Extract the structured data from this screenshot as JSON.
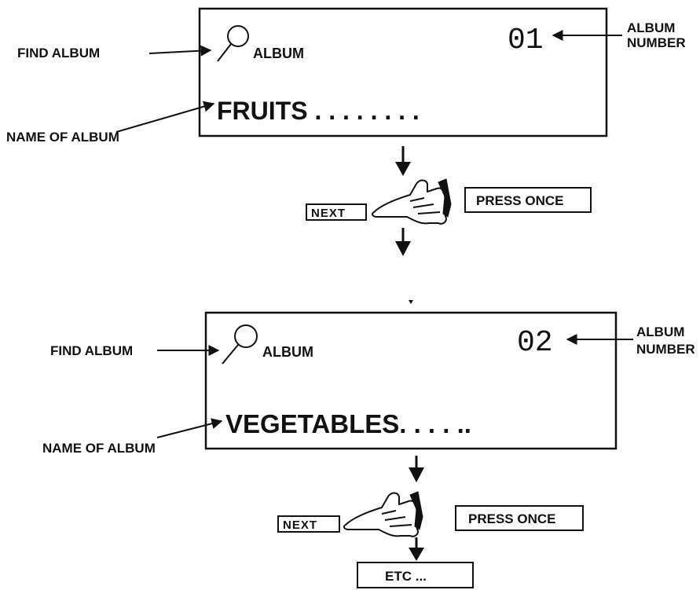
{
  "steps": [
    {
      "find_label": "FIND ALBUM",
      "album_word": "ALBUM",
      "album_number": "01",
      "album_number_label": [
        "ALBUM",
        "NUMBER"
      ],
      "album_name": "FRUITS . . . . . . . .",
      "name_label": "NAME OF ALBUM",
      "next_label": "NEXT",
      "press_label": "PRESS ONCE"
    },
    {
      "find_label": "FIND ALBUM",
      "album_word": "ALBUM",
      "album_number": "02",
      "album_number_label": [
        "ALBUM",
        "NUMBER"
      ],
      "album_name": "VEGETABLES. . . . ..",
      "name_label": "NAME OF ALBUM",
      "next_label": "NEXT",
      "press_label": "PRESS ONCE"
    }
  ],
  "end_label": "ETC ...",
  "icons": {
    "search": "search-icon",
    "hand": "pointing-hand-icon",
    "arrow": "down-arrow-icon"
  },
  "colors": {
    "ink": "#111111",
    "background": "#ffffff"
  }
}
